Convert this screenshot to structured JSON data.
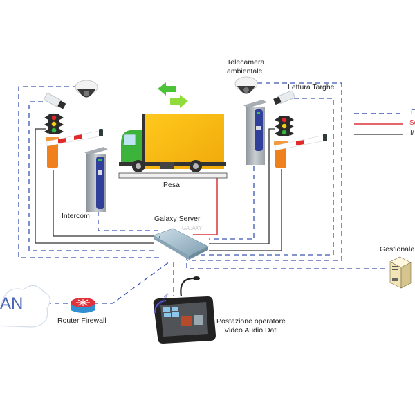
{
  "diagram": {
    "labels": {
      "telecamera": "Telecamera\nambientale",
      "telecamera_line1": "Telecamera",
      "telecamera_line2": "ambientale",
      "lettura_targhe": "Lettura Targhe",
      "pesa": "Pesa",
      "intercom": "Intercom",
      "galaxy_server": "Galaxy Server",
      "galaxy_logo": "GALAXY",
      "gestionale": "Gestionale",
      "router_firewall": "Router Firewall",
      "wan_cloud": "AN",
      "postazione_line1": "Postazione operatore",
      "postazione_line2": "Video Audio Dati",
      "addon_badge": "AddOn SW"
    },
    "legend": [
      {
        "style": "dashed",
        "color": "#3a55b0",
        "label": "E"
      },
      {
        "style": "solid",
        "color": "#d9343a",
        "label": "Se"
      },
      {
        "style": "solid",
        "color": "#333333",
        "label": "I/"
      }
    ],
    "colors": {
      "ethernet": "#3a55b0",
      "serial": "#d9343a",
      "io": "#333333",
      "truck_cab": "#3cb33a",
      "truck_box": "#f7b812",
      "barrier": "#f07f1d",
      "arrow_green": "#5dc930",
      "router_red": "#e0323a",
      "router_blue": "#2f8fd0"
    },
    "nodes": [
      {
        "id": "dome-camera-left",
        "type": "dome-camera"
      },
      {
        "id": "bullet-camera-left",
        "type": "bullet-camera"
      },
      {
        "id": "traffic-light-left",
        "type": "traffic-light"
      },
      {
        "id": "barrier-left",
        "type": "barrier-gate"
      },
      {
        "id": "intercom-kiosk",
        "type": "kiosk"
      },
      {
        "id": "truck",
        "type": "truck"
      },
      {
        "id": "weighbridge",
        "type": "scale"
      },
      {
        "id": "dome-camera-right",
        "type": "dome-camera"
      },
      {
        "id": "kiosk-right",
        "type": "kiosk"
      },
      {
        "id": "bullet-camera-right",
        "type": "bullet-camera"
      },
      {
        "id": "traffic-light-right",
        "type": "traffic-light"
      },
      {
        "id": "barrier-right",
        "type": "barrier-gate"
      },
      {
        "id": "galaxy-server",
        "type": "server"
      },
      {
        "id": "gestionale-pc",
        "type": "pc-tower"
      },
      {
        "id": "router-firewall",
        "type": "router"
      },
      {
        "id": "wan-cloud",
        "type": "cloud"
      },
      {
        "id": "operator-console",
        "type": "tablet"
      }
    ]
  }
}
